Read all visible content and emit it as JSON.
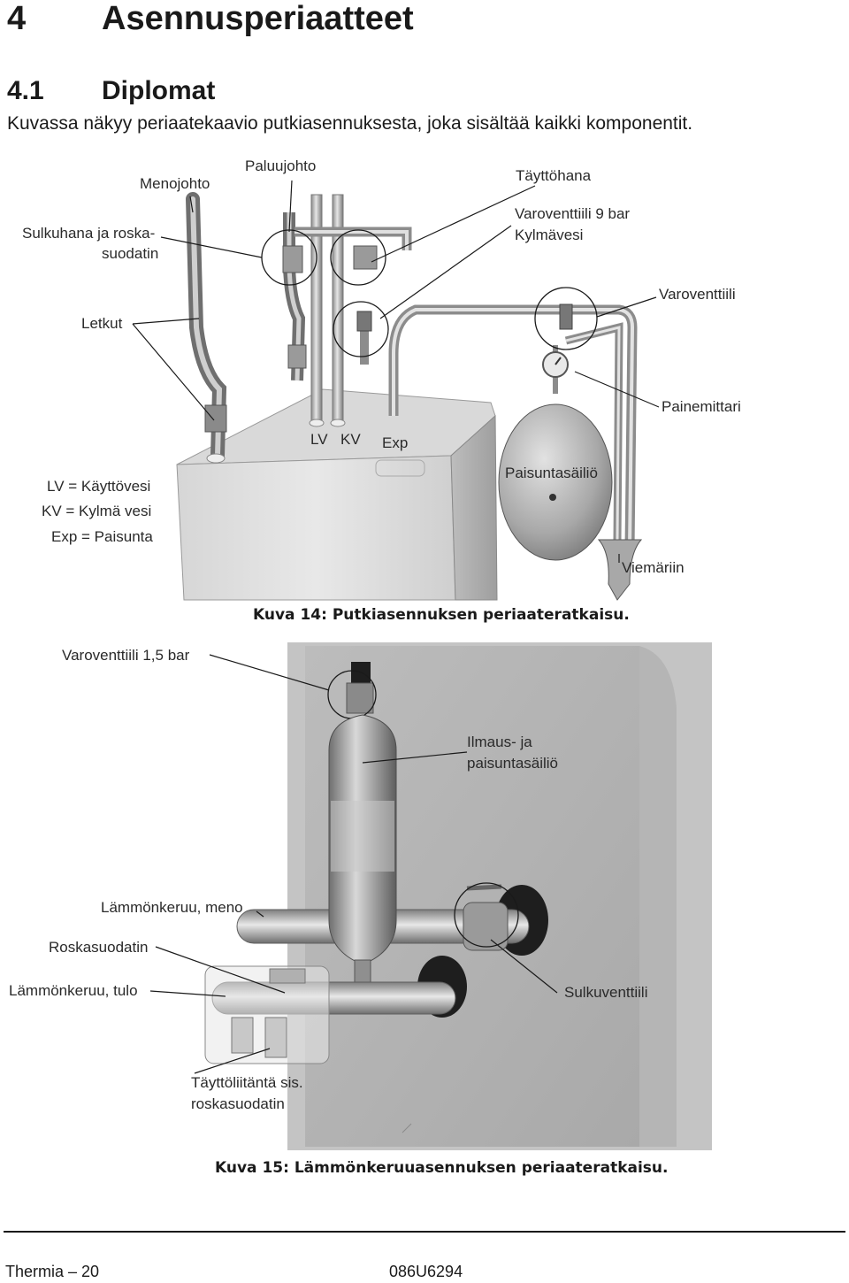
{
  "heading": {
    "number": "4",
    "title": "Asennusperiaatteet"
  },
  "subheading": {
    "number": "4.1",
    "title": "Diplomat"
  },
  "intro": "Kuvassa näkyy periaatekaavio putkiasennuksesta, joka sisältää kaikki komponentit.",
  "figure14": {
    "labels": {
      "menojohto": "Menojohto",
      "paluujohto": "Paluujohto",
      "tayttohana": "Täyttöhana",
      "varoventtiili9_line1": "Varoventtiili 9 bar",
      "varoventtiili9_line2": "Kylmävesi",
      "sulkuhana_line1": "Sulkuhana ja roska-",
      "sulkuhana_line2": "suodatin",
      "varoventtiili": "Varoventtiili",
      "letkut": "Letkut",
      "painemittari": "Painemittari",
      "lv": "LV",
      "kv": "KV",
      "exp": "Exp",
      "legend_lv": "LV = Käyttövesi",
      "legend_kv": "KV = Kylmä vesi",
      "legend_exp": "Exp = Paisunta",
      "paisuntasailio": "Paisuntasäiliö",
      "viemariin": "Viemäriin"
    },
    "caption": "Kuva 14: Putkiasennuksen periaateratkaisu."
  },
  "figure15": {
    "labels": {
      "varoventtiili15": "Varoventtiili 1,5 bar",
      "ilmaus_line1": "Ilmaus- ja",
      "ilmaus_line2": "paisuntasäiliö",
      "lammonkeruu_meno": "Lämmönkeruu, meno",
      "roskasuodatin": "Roskasuodatin",
      "lammonkeruu_tulo": "Lämmönkeruu, tulo",
      "sulkuventtiili": "Sulkuventtiili",
      "tayttoliitanta_line1": "Täyttöliitäntä sis.",
      "tayttoliitanta_line2": "roskasuodatin"
    },
    "caption": "Kuva 15: Lämmönkeruuasennuksen periaateratkaisu."
  },
  "footer": {
    "left": "Thermia – 20",
    "center": "086U6294"
  }
}
